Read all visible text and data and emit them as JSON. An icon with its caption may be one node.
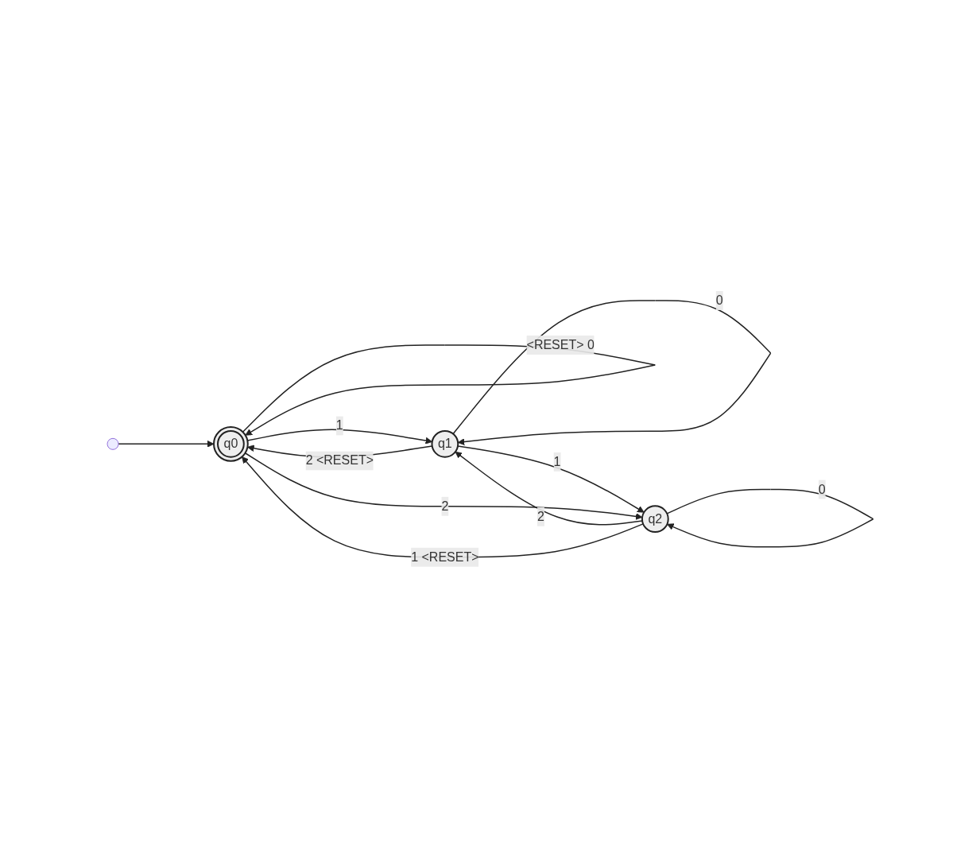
{
  "diagram": {
    "nodes": [
      {
        "text": [
          "q0"
        ]
      },
      {
        "text": [
          "q1"
        ]
      },
      {
        "text": [
          "q2"
        ]
      }
    ],
    "edges": [
      {
        "from": null,
        "to": 0,
        "arrow": "to"
      },
      {
        "from": 0,
        "to": 0,
        "arrow": "to",
        "label": "<RESET> 0"
      },
      {
        "from": 0,
        "to": 1,
        "arrow": "to",
        "label": "1"
      },
      {
        "from": 1,
        "to": 0,
        "arrow": "to",
        "label": "2 <RESET>"
      },
      {
        "from": 1,
        "to": 1,
        "arrow": "to",
        "label": "0"
      },
      {
        "from": 1,
        "to": 2,
        "arrow": "to",
        "label": "1"
      },
      {
        "from": 2,
        "to": 1,
        "arrow": "to",
        "label": "2"
      },
      {
        "from": 2,
        "to": 2,
        "arrow": "to",
        "label": "0"
      },
      {
        "from": 0,
        "to": 2,
        "arrow": "to",
        "label": "2"
      },
      {
        "from": 2,
        "to": 0,
        "arrow": "to",
        "label": "1 <RESET>"
      }
    ]
  }
}
